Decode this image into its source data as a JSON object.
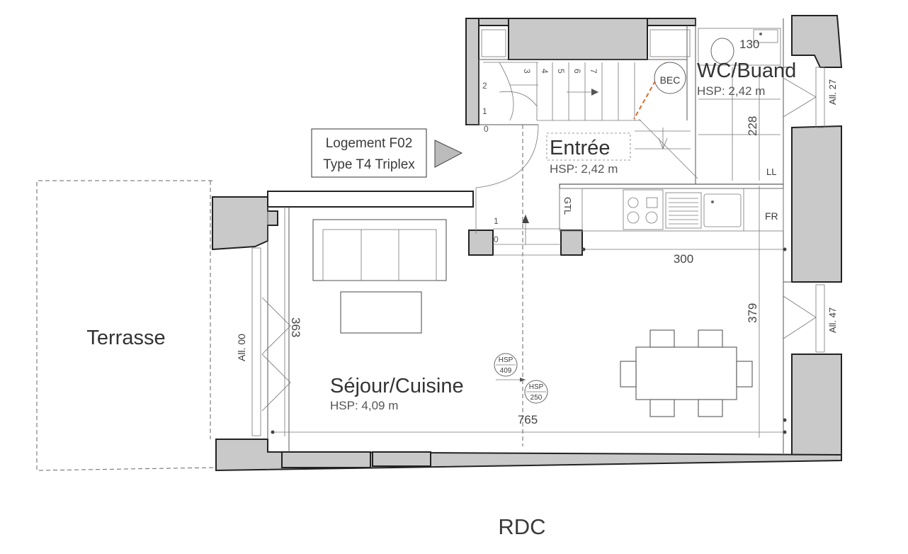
{
  "apartment_label": {
    "line1": "Logement F02",
    "line2": "Type T4 Triplex"
  },
  "rooms": {
    "entree": {
      "name": "Entrée",
      "hsp": "HSP: 2,42 m"
    },
    "wc": {
      "name": "WC/Buand",
      "hsp": "HSP: 2,42 m"
    },
    "sejour": {
      "name": "Séjour/Cuisine",
      "hsp": "HSP: 4,09 m"
    },
    "terrasse": {
      "name": "Terrasse"
    }
  },
  "dimensions": {
    "d130": "130",
    "d228": "228",
    "d300": "300",
    "d379": "379",
    "d363": "363",
    "d765": "765"
  },
  "equipment": {
    "bec": "BEC",
    "gtl": "GTL",
    "ll": "LL",
    "fr": "FR"
  },
  "windows": {
    "all27": "All. 27",
    "all47": "All. 47",
    "all00": "All. 00"
  },
  "hsp_marks": {
    "m1_top": "HSP",
    "m1_val": "409",
    "m2_top": "HSP",
    "m2_val": "250"
  },
  "stairs": {
    "steps": [
      "0",
      "1",
      "2",
      "3",
      "4",
      "5",
      "6",
      "7"
    ],
    "entry_steps": [
      "1",
      "0"
    ]
  },
  "level": "RDC"
}
